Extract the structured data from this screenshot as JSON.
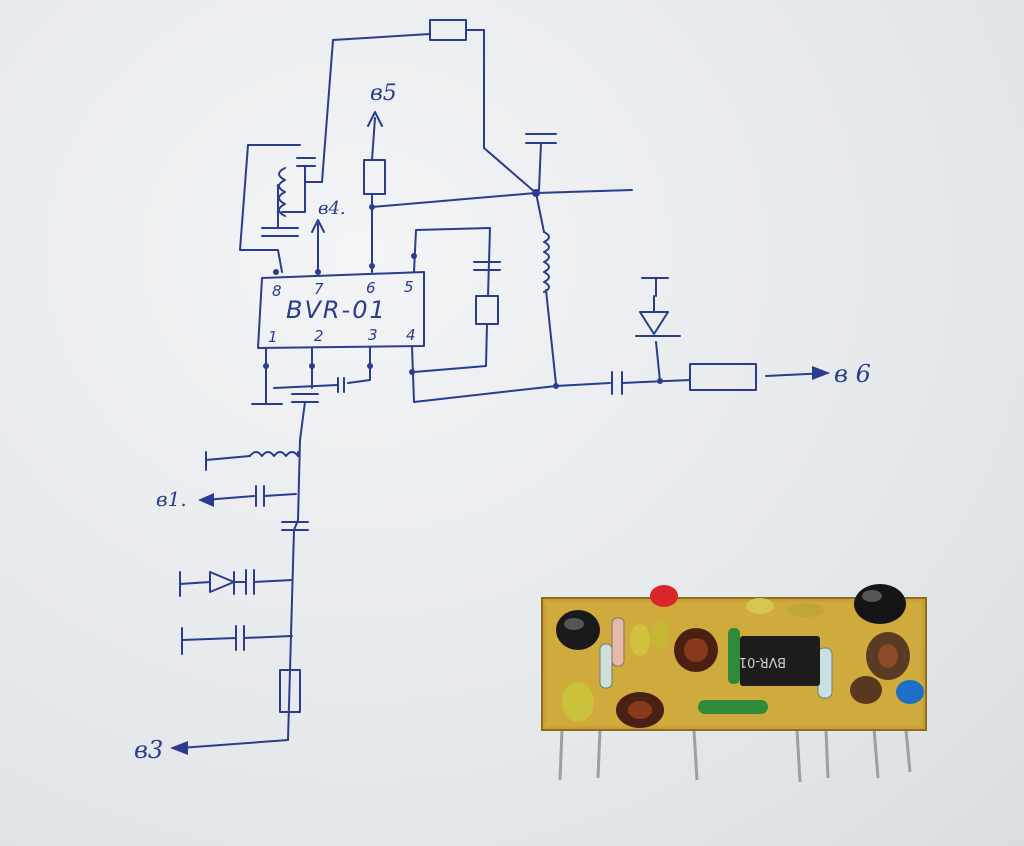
{
  "ic": {
    "name": "BVR-01",
    "pins_top": [
      "8",
      "7",
      "6",
      "5"
    ],
    "pins_bottom": [
      "1",
      "2",
      "3",
      "4"
    ]
  },
  "labels": {
    "b5": "в5",
    "b4": "в4.",
    "b6": "в 6",
    "b1": "в1.",
    "b3": "в3"
  },
  "board_chip_label": "BVR-01",
  "colors": {
    "ink": "#2a3c8f",
    "paper": "#e9ecef",
    "board": "#c9a233"
  }
}
